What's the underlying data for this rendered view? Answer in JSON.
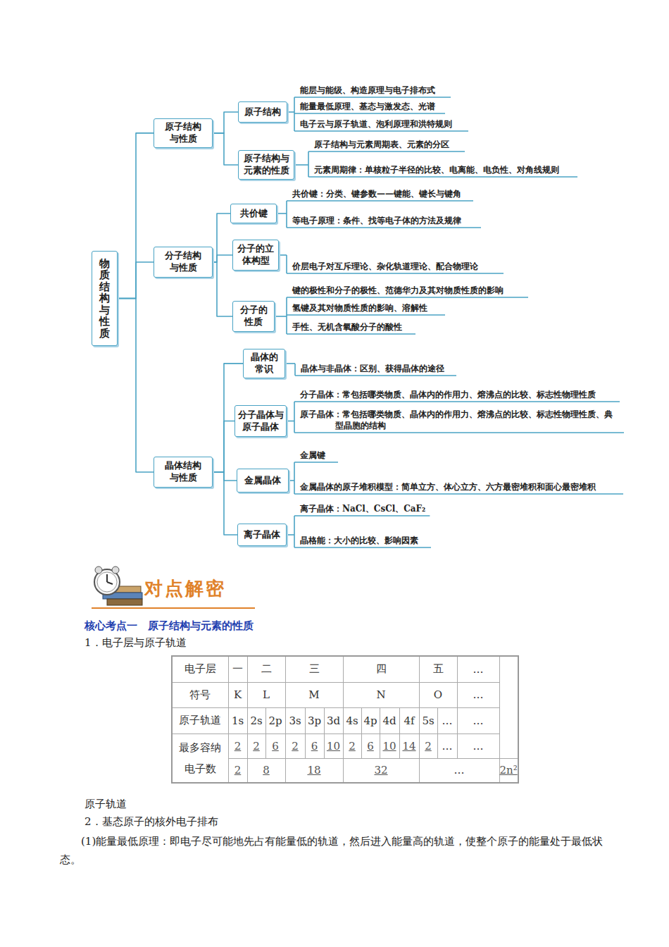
{
  "diagram": {
    "nodes": [
      {
        "text": [
          "物质结构与性质"
        ]
      },
      {
        "text": [
          "原子结构与性质"
        ]
      },
      {
        "text": [
          "原子结构"
        ]
      },
      {
        "text": [
          "原子结构与元素的性质"
        ]
      },
      {
        "text": [
          "分子结构与性质"
        ]
      },
      {
        "text": [
          "共价键"
        ]
      },
      {
        "text": [
          "分子的立体构型"
        ]
      },
      {
        "text": [
          "分子的性质"
        ]
      },
      {
        "text": [
          "晶体结构与性质"
        ]
      },
      {
        "text": [
          "晶体的常识"
        ]
      },
      {
        "text": [
          "分子晶体与原子晶体"
        ]
      },
      {
        "text": [
          "金属晶体"
        ]
      },
      {
        "text": [
          "离子晶体"
        ]
      }
    ],
    "edges": [
      {
        "from": 0,
        "to": 1,
        "arrow": "none"
      },
      {
        "from": 0,
        "to": 4,
        "arrow": "none"
      },
      {
        "from": 0,
        "to": 8,
        "arrow": "none"
      },
      {
        "from": 1,
        "to": 2,
        "arrow": "none"
      },
      {
        "from": 1,
        "to": 3,
        "arrow": "none"
      },
      {
        "from": 4,
        "to": 5,
        "arrow": "none"
      },
      {
        "from": 4,
        "to": 6,
        "arrow": "none"
      },
      {
        "from": 4,
        "to": 7,
        "arrow": "none"
      },
      {
        "from": 8,
        "to": 9,
        "arrow": "none"
      },
      {
        "from": 8,
        "to": 10,
        "arrow": "none"
      },
      {
        "from": 8,
        "to": 11,
        "arrow": "none"
      },
      {
        "from": 8,
        "to": 12,
        "arrow": "none"
      }
    ],
    "labels": [
      "能层与能级、构造原理与电子排布式",
      "能量最低原理、基态与激发态、光谱",
      "电子云与原子轨道、泡利原理和洪特规则",
      "原子结构与元素周期表、元素的分区",
      "元素周期律：单核粒子半径的比较、电离能、电负性、对角线规则",
      "共价键：分类、键参数——键能、键长与键角",
      "等电子原理：条件、找等电子体的方法及规律",
      "价层电子对互斥理论、杂化轨道理论、配合物理论",
      "键的极性和分子的极性、范德华力及其对物质性质的影响",
      "氢键及其对物质性质的影响、溶解性",
      "手性、无机含氧酸分子的酸性",
      "晶体与非晶体：区别、获得晶体的途径",
      "分子晶体：常包括哪类物质、晶体内的作用力、熔沸点的比较、标志性物理性质",
      "原子晶体：常包括哪类物质、晶体内的作用力、熔沸点的比较、标志性物理性质、典型晶胞的结构",
      "金属键",
      "金属晶体的原子堆积模型：简单立方、体心立方、六方最密堆积和面心最密堆积",
      "离子晶体：NaCl、CsCl、CaF₂",
      "晶格能：大小的比较、影响因素",
      "对点解密",
      "核心考点一　原子结构与元素的性质",
      "1．电子层与原子轨道",
      "电子层",
      "一",
      "二",
      "三",
      "四",
      "五",
      "…",
      "符号",
      "K",
      "L",
      "M",
      "N",
      "O",
      "…",
      "原子轨道",
      "1s",
      "2s",
      "2p",
      "3s",
      "3p",
      "3d",
      "4s",
      "4p",
      "4d",
      "4f",
      "5s",
      "…",
      "…",
      "最多容纳 电子数",
      "2",
      "2",
      "6",
      "2",
      "6",
      "10",
      "2",
      "6",
      "10",
      "14",
      "2",
      "…",
      "…",
      "2",
      "8",
      "18",
      "32",
      "…",
      "2n²",
      "原子轨道",
      "2．基态原子的核外电子排布",
      "(1)能量最低原理：即电子尽可能地先占有能量低的轨道，然后进入能量高的轨道，使整个原子的能量处于最低状态。"
    ]
  }
}
